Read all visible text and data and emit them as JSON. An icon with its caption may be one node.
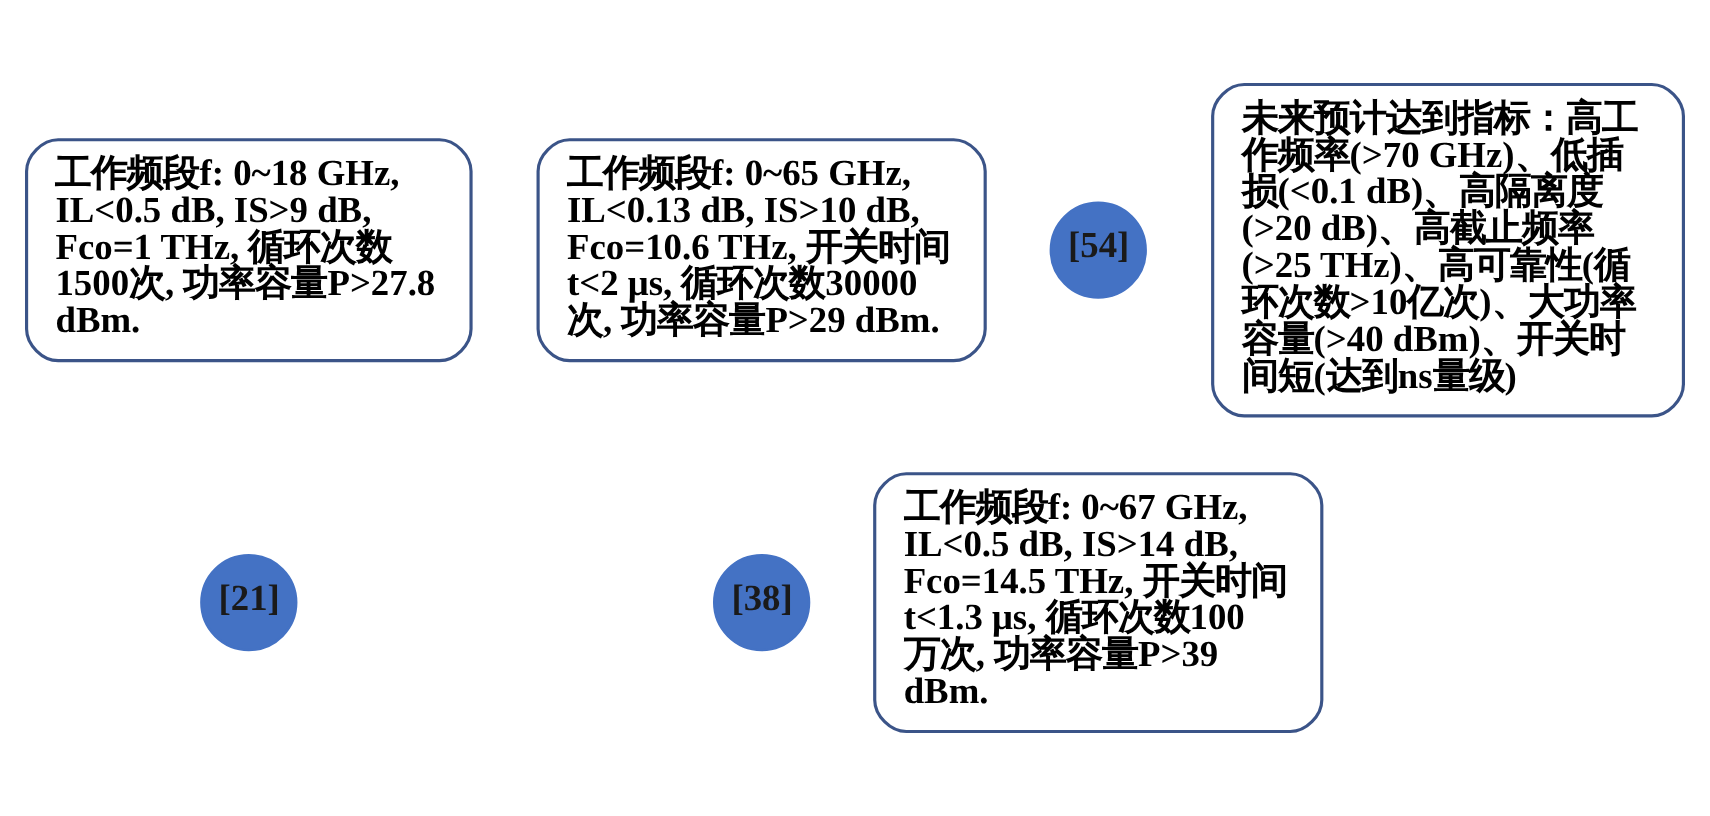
{
  "diagram": {
    "nodes": [
      {
        "text": [
          "工作频段f: 0~18 GHz, IL<0.5 dB, IS>9 dB, Fco=1 THz, 循环次数1500次, 功率容量P>27.8 dBm."
        ]
      },
      {
        "text": [
          "[21]"
        ]
      },
      {
        "text": [
          "工作频段f: 0~65 GHz, IL<0.13 dB, IS>10 dB, Fco=10.6 THz, 开关时间t<2 μs, 循环次数30000次, 功率容量P>29 dBm."
        ]
      },
      {
        "text": [
          "[38]"
        ]
      },
      {
        "text": [
          "[54]"
        ]
      },
      {
        "text": [
          "工作频段f: 0~67 GHz, IL<0.5 dB, IS>14 dB, Fco=14.5 THz, 开关时间t<1.3 μs, 循环次数100万次, 功率容量P>39 dBm."
        ]
      },
      {
        "text": [
          "未来预计达到指标：高工作频率(>70 GHz)、低插损(<0.1 dB)、高隔离度(>20 dB)、高截止频率(>25 THz)、高可靠性(循环次数>10亿次)、大功率容量(>40 dBm)、开关时间短(达到ns量级)"
        ]
      }
    ],
    "edges": []
  }
}
